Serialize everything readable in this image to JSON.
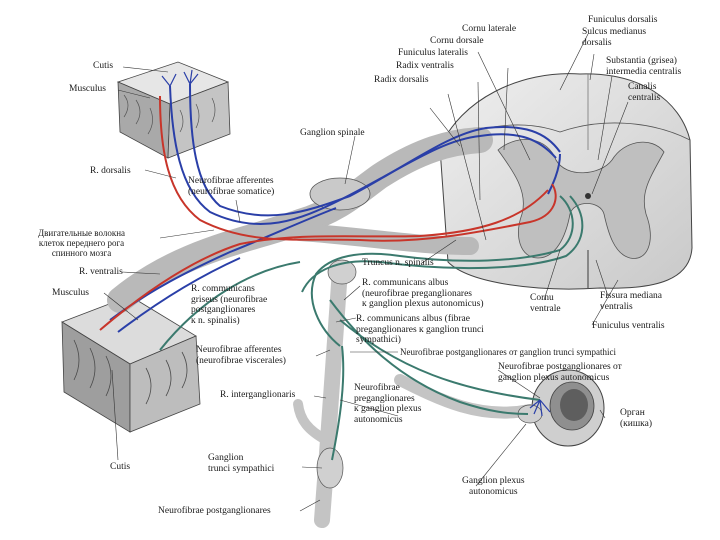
{
  "labels": {
    "cutis_top": "Cutis",
    "musculus_top": "Musculus",
    "r_dorsalis": "R. dorsalis",
    "motor_fibers": [
      "Двигательные волокна",
      "клеток переднего рога",
      "спинного мозга"
    ],
    "r_ventralis": "R. ventralis",
    "musculus_bottom": "Musculus",
    "cutis_bottom": "Cutis",
    "ganglion_spinale": "Ganglion spinale",
    "neurofibrae_afferentes_somatic": [
      "Neurofibrae afferentes",
      "(neurofibrae somatice)"
    ],
    "cornu_laterale": "Cornu laterale",
    "cornu_dorsale": "Cornu dorsale",
    "funiculus_lateralis": "Funiculus lateralis",
    "radix_ventralis": "Radix ventralis",
    "radix_dorsalis": "Radix dorsalis",
    "funiculus_dorsalis": "Funiculus dorsalis",
    "sulcus_medianus": [
      "Sulcus medianus",
      "dorsalis"
    ],
    "substantia_intermedia": [
      "Substantia (grisea)",
      "intermedia centralis"
    ],
    "canalis_centralis": [
      "Canalis",
      "centralis"
    ],
    "truncus_n_spinalis": "Truncus n. spinalis",
    "r_comm_griseus": [
      "R. communicans",
      "griseus (neurofibrae",
      "postganglionares",
      "к n. spinalis)"
    ],
    "r_comm_albus_1": [
      "R. communicans albus",
      "(neurofibrae preganglionares",
      "к ganglion plexus autonomicus)"
    ],
    "r_comm_albus_2": [
      "R. communicans albus (fibrae",
      "preganglionares к ganglion trunci",
      "sympathici)"
    ],
    "cornu_ventrale": [
      "Cornu",
      "ventrale"
    ],
    "fissura_mediana": [
      "Fissura mediana",
      "ventralis"
    ],
    "funiculus_ventralis": "Funiculus ventralis",
    "neurofibrae_afferentes_visceral": [
      "Neurofibrae afferentes",
      "(neurofibrae viscerales)"
    ],
    "neurofibrae_postgang_trunci": "Neurofibrae postganglionares от ganglion trunci sympathici",
    "neurofibrae_postgang_plexus": [
      "Neurofibrae postganglionares от",
      "ganglion plexus autonomicus"
    ],
    "r_interganglionaris": "R. interganglionaris",
    "neurofibrae_pregang_plexus": [
      "Neurofibrae",
      "preganglionares",
      "к ganglion plexus",
      "autonomicus"
    ],
    "organ": [
      "Орган",
      "(кишка)"
    ],
    "ganglion_trunci": [
      "Ganglion",
      "trunci sympathici"
    ],
    "ganglion_plexus": [
      "Ganglion plexus",
      "autonomicus"
    ],
    "neurofibrae_postganglionares": "Neurofibrae postganglionares"
  },
  "colors": {
    "afferent": "#2a3fa8",
    "motor": "#c8352a",
    "autonomic": "#3b7a6e",
    "tissue": "#d7d7d7",
    "tissue_dark": "#8c8c8c",
    "outline": "#333333"
  }
}
